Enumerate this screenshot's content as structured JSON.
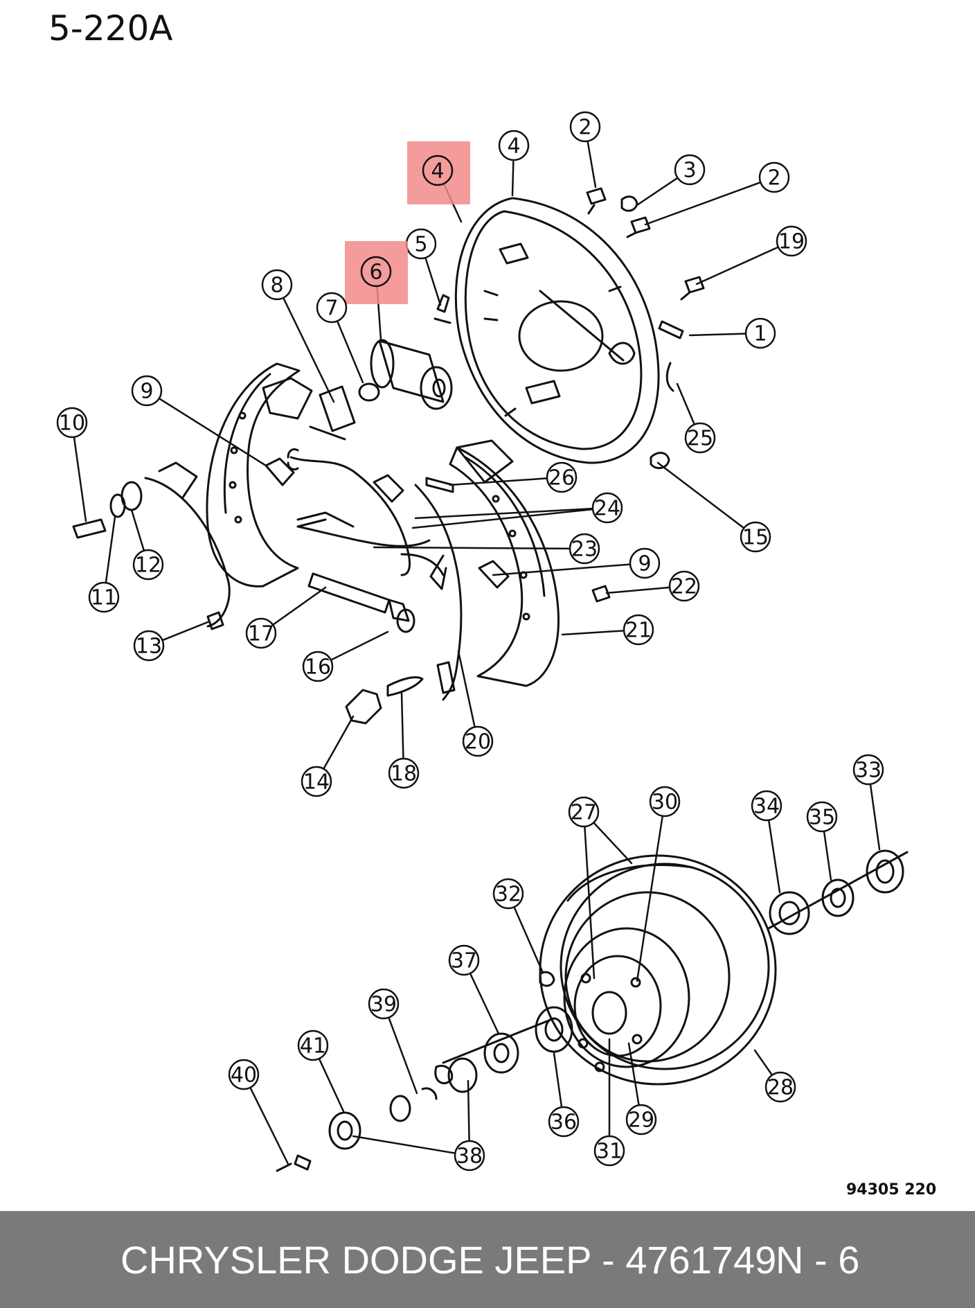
{
  "diagram_code": "5-220A",
  "reference_code": "94305 220",
  "footer": {
    "part_text": "CHRYSLER DODGE JEEP - 4761749",
    "position_text": "N - 6"
  },
  "colors": {
    "line": "#111111",
    "highlight": "#f28b8b",
    "footer_bg": "#7a7a7a",
    "footer_text": "#ffffff"
  },
  "callouts": [
    {
      "id": "c2a",
      "label": "2",
      "highlighted": false
    },
    {
      "id": "c4a",
      "label": "4",
      "highlighted": false
    },
    {
      "id": "c3",
      "label": "3",
      "highlighted": false
    },
    {
      "id": "c2b",
      "label": "2",
      "highlighted": false
    },
    {
      "id": "c4b",
      "label": "4",
      "highlighted": true
    },
    {
      "id": "c5",
      "label": "5",
      "highlighted": false
    },
    {
      "id": "c6",
      "label": "6",
      "highlighted": true
    },
    {
      "id": "c19",
      "label": "19",
      "highlighted": false
    },
    {
      "id": "c8",
      "label": "8",
      "highlighted": false
    },
    {
      "id": "c7",
      "label": "7",
      "highlighted": false
    },
    {
      "id": "c1",
      "label": "1",
      "highlighted": false
    },
    {
      "id": "c9a",
      "label": "9",
      "highlighted": false
    },
    {
      "id": "c10",
      "label": "10",
      "highlighted": false
    },
    {
      "id": "c25",
      "label": "25",
      "highlighted": false
    },
    {
      "id": "c26",
      "label": "26",
      "highlighted": false
    },
    {
      "id": "c24",
      "label": "24",
      "highlighted": false
    },
    {
      "id": "c15",
      "label": "15",
      "highlighted": false
    },
    {
      "id": "c12",
      "label": "12",
      "highlighted": false
    },
    {
      "id": "c23",
      "label": "23",
      "highlighted": false
    },
    {
      "id": "c9b",
      "label": "9",
      "highlighted": false
    },
    {
      "id": "c11",
      "label": "11",
      "highlighted": false
    },
    {
      "id": "c22",
      "label": "22",
      "highlighted": false
    },
    {
      "id": "c17",
      "label": "17",
      "highlighted": false
    },
    {
      "id": "c21",
      "label": "21",
      "highlighted": false
    },
    {
      "id": "c13",
      "label": "13",
      "highlighted": false
    },
    {
      "id": "c16",
      "label": "16",
      "highlighted": false
    },
    {
      "id": "c20",
      "label": "20",
      "highlighted": false
    },
    {
      "id": "c14",
      "label": "14",
      "highlighted": false
    },
    {
      "id": "c18",
      "label": "18",
      "highlighted": false
    },
    {
      "id": "c33",
      "label": "33",
      "highlighted": false
    },
    {
      "id": "c27",
      "label": "27",
      "highlighted": false
    },
    {
      "id": "c30",
      "label": "30",
      "highlighted": false
    },
    {
      "id": "c34",
      "label": "34",
      "highlighted": false
    },
    {
      "id": "c35",
      "label": "35",
      "highlighted": false
    },
    {
      "id": "c32",
      "label": "32",
      "highlighted": false
    },
    {
      "id": "c37",
      "label": "37",
      "highlighted": false
    },
    {
      "id": "c39",
      "label": "39",
      "highlighted": false
    },
    {
      "id": "c41",
      "label": "41",
      "highlighted": false
    },
    {
      "id": "c40",
      "label": "40",
      "highlighted": false
    },
    {
      "id": "c28",
      "label": "28",
      "highlighted": false
    },
    {
      "id": "c36",
      "label": "36",
      "highlighted": false
    },
    {
      "id": "c29",
      "label": "29",
      "highlighted": false
    },
    {
      "id": "c38",
      "label": "38",
      "highlighted": false
    },
    {
      "id": "c31",
      "label": "31",
      "highlighted": false
    }
  ]
}
